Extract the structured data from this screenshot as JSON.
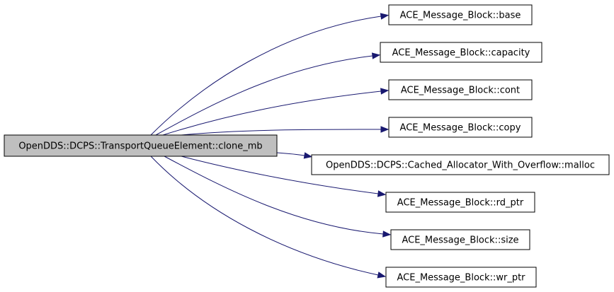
{
  "graph": {
    "colors": {
      "edge": "#191970",
      "source_fill": "#bfbfbf",
      "target_fill": "#ffffff",
      "border": "#000000"
    },
    "source": {
      "id": "clone_mb",
      "label": "OpenDDS::DCPS::TransportQueueElement::clone_mb"
    },
    "targets": [
      {
        "id": "base",
        "label": "ACE_Message_Block::base"
      },
      {
        "id": "capacity",
        "label": "ACE_Message_Block::capacity"
      },
      {
        "id": "cont",
        "label": "ACE_Message_Block::cont"
      },
      {
        "id": "copy",
        "label": "ACE_Message_Block::copy"
      },
      {
        "id": "malloc",
        "label": "OpenDDS::DCPS::Cached_Allocator_With_Overflow::malloc"
      },
      {
        "id": "rd_ptr",
        "label": "ACE_Message_Block::rd_ptr"
      },
      {
        "id": "size",
        "label": "ACE_Message_Block::size"
      },
      {
        "id": "wr_ptr",
        "label": "ACE_Message_Block::wr_ptr"
      }
    ],
    "edges": [
      {
        "from": "clone_mb",
        "to": "base"
      },
      {
        "from": "clone_mb",
        "to": "capacity"
      },
      {
        "from": "clone_mb",
        "to": "cont"
      },
      {
        "from": "clone_mb",
        "to": "copy"
      },
      {
        "from": "clone_mb",
        "to": "malloc"
      },
      {
        "from": "clone_mb",
        "to": "rd_ptr"
      },
      {
        "from": "clone_mb",
        "to": "size"
      },
      {
        "from": "clone_mb",
        "to": "wr_ptr"
      }
    ]
  }
}
